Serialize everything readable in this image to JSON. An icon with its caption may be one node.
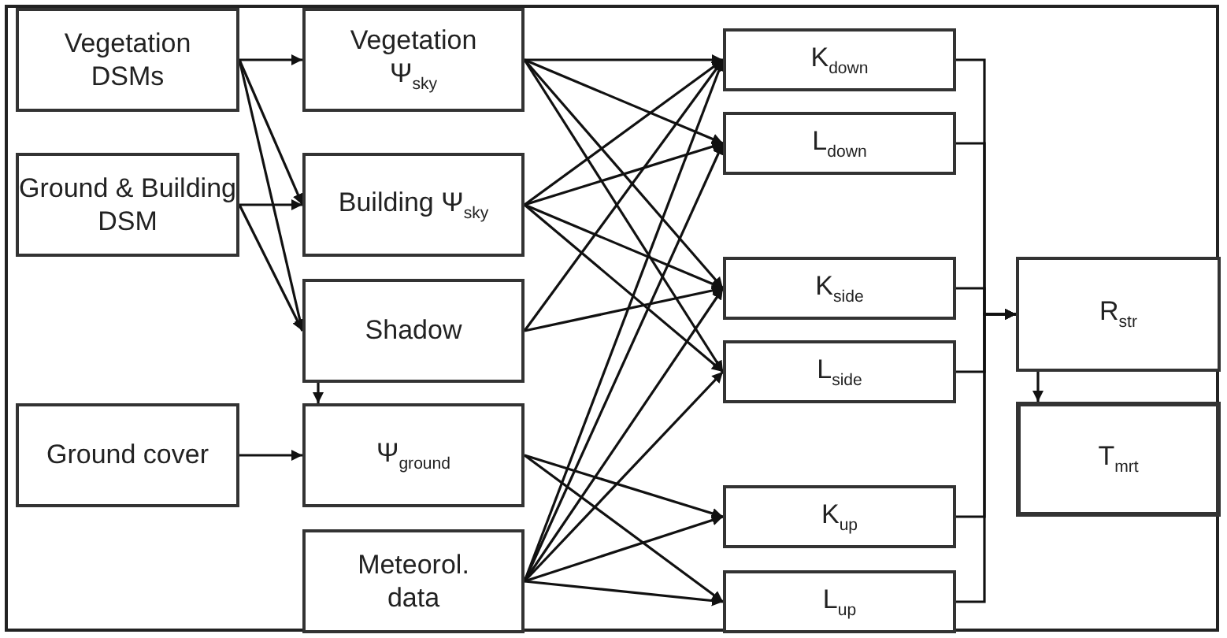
{
  "diagram": {
    "nodes": [
      {
        "text": [
          "Vegetation DSMs"
        ]
      },
      {
        "text": [
          "Ground & Building DSM"
        ]
      },
      {
        "text": [
          "Ground cover"
        ]
      },
      {
        "text": [
          "Vegetation Ψ$_{sky}$"
        ]
      },
      {
        "text": [
          "Building Ψ$_{sky}$"
        ]
      },
      {
        "text": [
          "Shadow"
        ]
      },
      {
        "text": [
          "Ψ$_{ground}$"
        ]
      },
      {
        "text": [
          "Meteorol. data"
        ]
      },
      {
        "text": [
          "K$_{down}$"
        ]
      },
      {
        "text": [
          "L$_{down}$"
        ]
      },
      {
        "text": [
          "K$_{side}$"
        ]
      },
      {
        "text": [
          "L$_{side}$"
        ]
      },
      {
        "text": [
          "K$_{up}$"
        ]
      },
      {
        "text": [
          "L$_{up}$"
        ]
      },
      {
        "text": [
          "R$_{str}$"
        ]
      },
      {
        "text": [
          "T$_{mrt}$"
        ]
      }
    ],
    "edges": [
      {
        "from": 0,
        "to": 3,
        "arrow": "to"
      },
      {
        "from": 0,
        "to": 4,
        "arrow": "to"
      },
      {
        "from": 0,
        "to": 5,
        "arrow": "to"
      },
      {
        "from": 1,
        "to": 4,
        "arrow": "to"
      },
      {
        "from": 1,
        "to": 5,
        "arrow": "to"
      },
      {
        "from": 2,
        "to": 6,
        "arrow": "to"
      },
      {
        "from": 5,
        "to": 6,
        "arrow": "to"
      },
      {
        "from": 3,
        "to": 8,
        "arrow": "to"
      },
      {
        "from": 3,
        "to": 9,
        "arrow": "to"
      },
      {
        "from": 3,
        "to": 10,
        "arrow": "to"
      },
      {
        "from": 3,
        "to": 11,
        "arrow": "to"
      },
      {
        "from": 4,
        "to": 8,
        "arrow": "to"
      },
      {
        "from": 4,
        "to": 9,
        "arrow": "to"
      },
      {
        "from": 4,
        "to": 10,
        "arrow": "to"
      },
      {
        "from": 4,
        "to": 11,
        "arrow": "to"
      },
      {
        "from": 5,
        "to": 8,
        "arrow": "to"
      },
      {
        "from": 5,
        "to": 10,
        "arrow": "to"
      },
      {
        "from": 6,
        "to": 12,
        "arrow": "to"
      },
      {
        "from": 6,
        "to": 13,
        "arrow": "to"
      },
      {
        "from": 7,
        "to": 8,
        "arrow": "to"
      },
      {
        "from": 7,
        "to": 9,
        "arrow": "to"
      },
      {
        "from": 7,
        "to": 10,
        "arrow": "to"
      },
      {
        "from": 7,
        "to": 11,
        "arrow": "to"
      },
      {
        "from": 7,
        "to": 12,
        "arrow": "to"
      },
      {
        "from": 7,
        "to": 13,
        "arrow": "to"
      },
      {
        "from": 8,
        "to": 14,
        "arrow": "to"
      },
      {
        "from": 9,
        "to": 14,
        "arrow": "to"
      },
      {
        "from": 10,
        "to": 14,
        "arrow": "to"
      },
      {
        "from": 11,
        "to": 14,
        "arrow": "to"
      },
      {
        "from": 12,
        "to": 14,
        "arrow": "to"
      },
      {
        "from": 13,
        "to": 14,
        "arrow": "to"
      },
      {
        "from": 14,
        "to": 15,
        "arrow": "to"
      }
    ]
  }
}
